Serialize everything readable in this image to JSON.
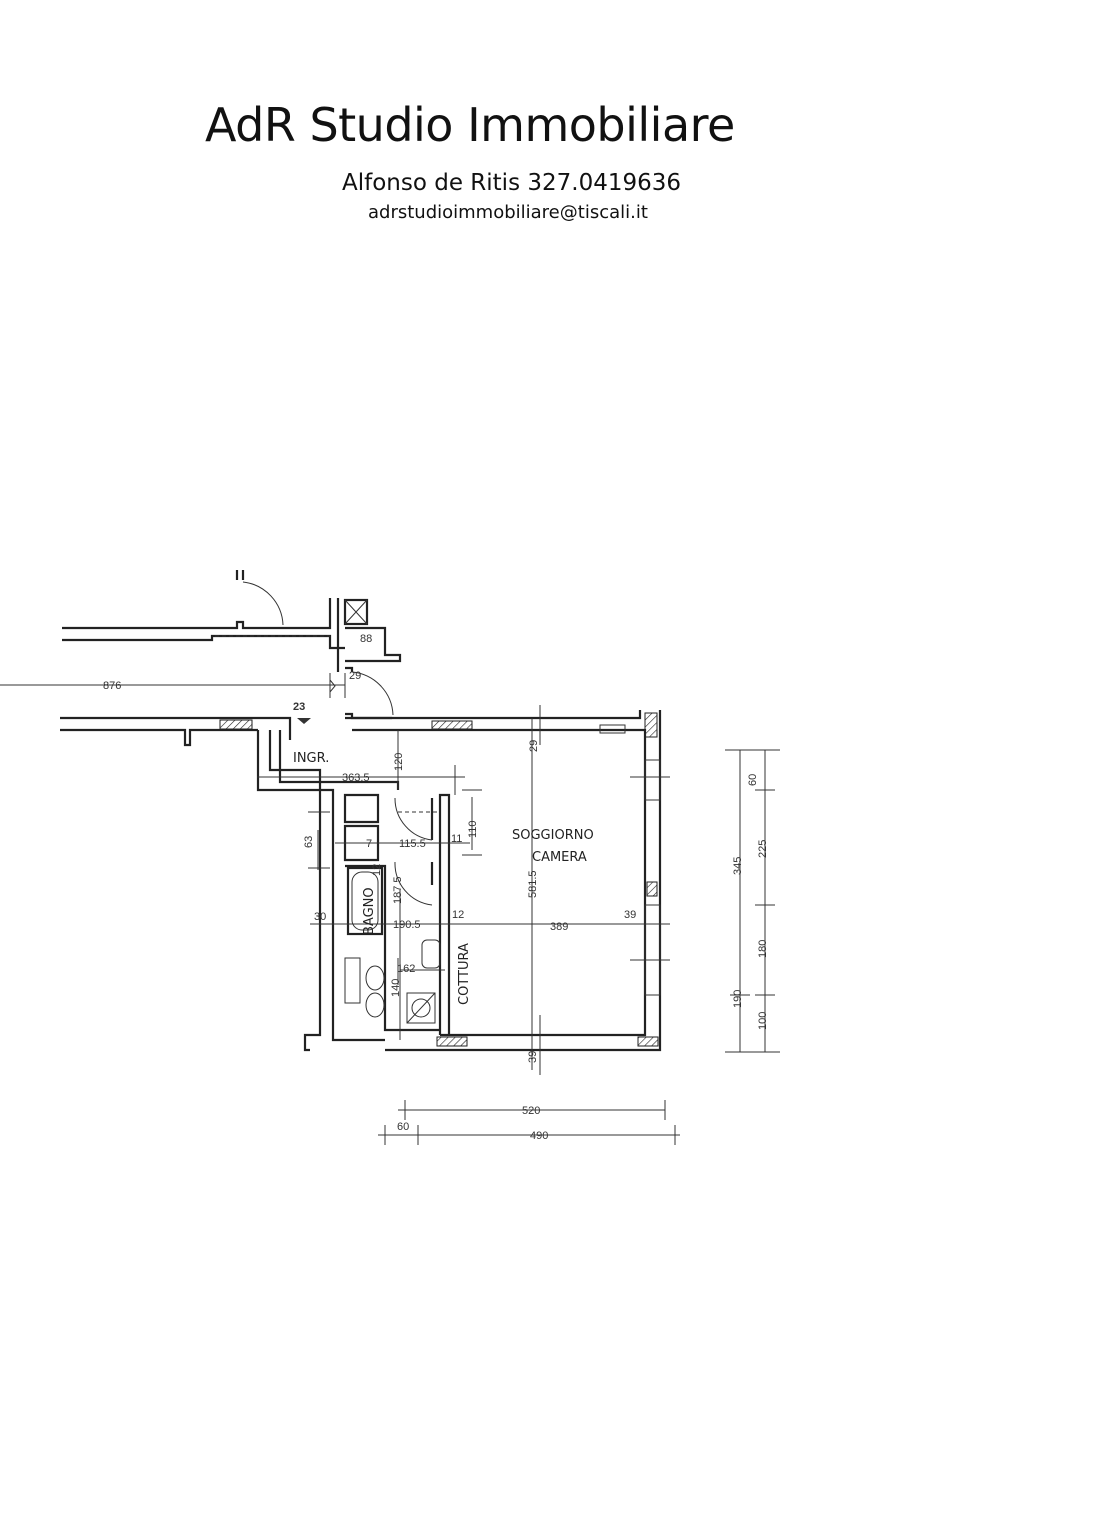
{
  "header": {
    "title": "AdR Studio Immobiliare",
    "contact": "Alfonso de Ritis 327.0419636",
    "email": "adrstudioimmobiliare@tiscali.it"
  },
  "plan": {
    "unit_number": "23",
    "rooms": {
      "entrance": "INGR.",
      "living_line1": "SOGGIORNO",
      "living_line2": "CAMERA",
      "bathroom": "BAGNO",
      "kitchen": "COTTURA"
    },
    "dimensions": {
      "corridor": "876",
      "door_top": "29",
      "ingr_width": "363.5",
      "ingr_depth": "120",
      "living_top": "29",
      "passage": "110",
      "left_63": "63",
      "wall_7": "7",
      "hall_115": "115.5",
      "wall_11": "11",
      "wall_12v": "12",
      "bath_len": "187.5",
      "living_depth": "581.5",
      "left_30": "30",
      "bath_width": "190.5",
      "wall_12": "12",
      "living_width": "389",
      "wall_39": "39",
      "kitchen_162": "162",
      "wc_140": "140",
      "bottom_39": "39",
      "win_60": "60",
      "win_225": "225",
      "win_345": "345",
      "win_180": "180",
      "win_190": "190",
      "win_100": "100",
      "total_520": "520",
      "bottom_60": "60",
      "total_490": "490"
    }
  }
}
